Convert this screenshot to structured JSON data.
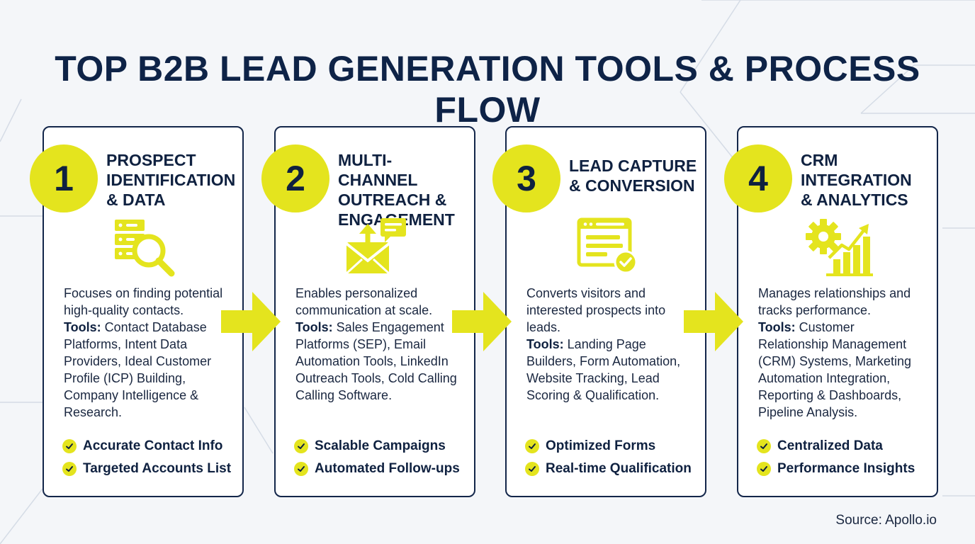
{
  "title": "TOP B2B LEAD GENERATION TOOLS & PROCESS FLOW",
  "colors": {
    "accent": "#e4e41e",
    "navy": "#13264a",
    "background": "#f4f6f9"
  },
  "steps": [
    {
      "number": "1",
      "heading_lines": [
        "PROSPECT",
        "IDENTIFICATION",
        "& DATA"
      ],
      "icon": "database-search-icon",
      "description": "Focuses on finding potential high-quality contacts.",
      "tools_label": "Tools:",
      "tools": "Contact Database Platforms, Intent Data Providers, Ideal Customer Profile (ICP) Building, Company Intelligence & Research.",
      "bullets": [
        "Accurate Contact Info",
        "Targeted Accounts List"
      ]
    },
    {
      "number": "2",
      "heading_lines": [
        "MULTI-CHANNEL",
        "OUTREACH &",
        "ENGAGEMENT"
      ],
      "icon": "email-chat-icon",
      "description": "Enables personalized communication at scale.",
      "tools_label": "Tools:",
      "tools": "Sales Engagement Platforms (SEP), Email Automation Tools, LinkedIn Outreach Tools, Cold Calling Calling Software.",
      "bullets": [
        "Scalable Campaigns",
        "Automated Follow-ups"
      ]
    },
    {
      "number": "3",
      "heading_lines": [
        "LEAD CAPTURE",
        "& CONVERSION"
      ],
      "icon": "form-check-icon",
      "description": "Converts visitors and interested prospects into leads.",
      "tools_label": "Tools:",
      "tools": "Landing Page Builders, Form Automation, Website Tracking, Lead Scoring & Qualification.",
      "bullets": [
        "Optimized Forms",
        "Real-time Qualification"
      ]
    },
    {
      "number": "4",
      "heading_lines": [
        "CRM",
        "INTEGRATION",
        "& ANALYTICS"
      ],
      "icon": "gear-chart-icon",
      "description": "Manages relationships and tracks performance.",
      "tools_label": "Tools:",
      "tools": "Customer Relationship Management (CRM) Systems, Marketing Automation Integration, Reporting & Dashboards, Pipeline Analysis.",
      "bullets": [
        "Centralized Data",
        "Performance Insights"
      ]
    }
  ],
  "source": "Source: Apollo.io"
}
